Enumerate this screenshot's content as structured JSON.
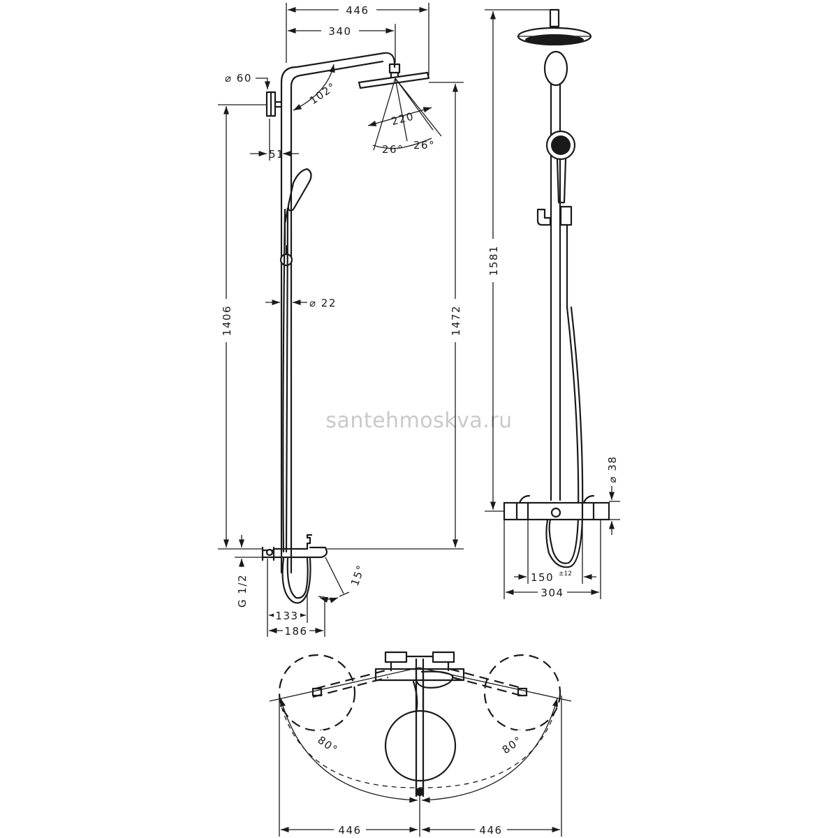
{
  "watermark": "santehmoskva.ru",
  "side_view": {
    "dim_width_total": "446",
    "dim_arm": "340",
    "dim_wall_rose": "⌀ 60",
    "dim_angle_arm": "102°",
    "dim_head": "220",
    "dim_spray_left": "26°",
    "dim_spray_right": "26°",
    "dim_wall_offset": "51",
    "dim_pipe": "⌀ 22",
    "dim_height_1406": "1406",
    "dim_height_1472": "1472",
    "dim_inlet": "G 1/2",
    "dim_spout_angle": "15°",
    "dim_133": "133",
    "dim_186": "186"
  },
  "front_view": {
    "dim_height_1581": "1581",
    "dim_38": "⌀ 38",
    "dim_150": "150",
    "dim_tol": "±12",
    "dim_304": "304"
  },
  "top_view": {
    "angle_left": "80°",
    "angle_right": "80°",
    "dim_left": "446",
    "dim_right": "446"
  }
}
